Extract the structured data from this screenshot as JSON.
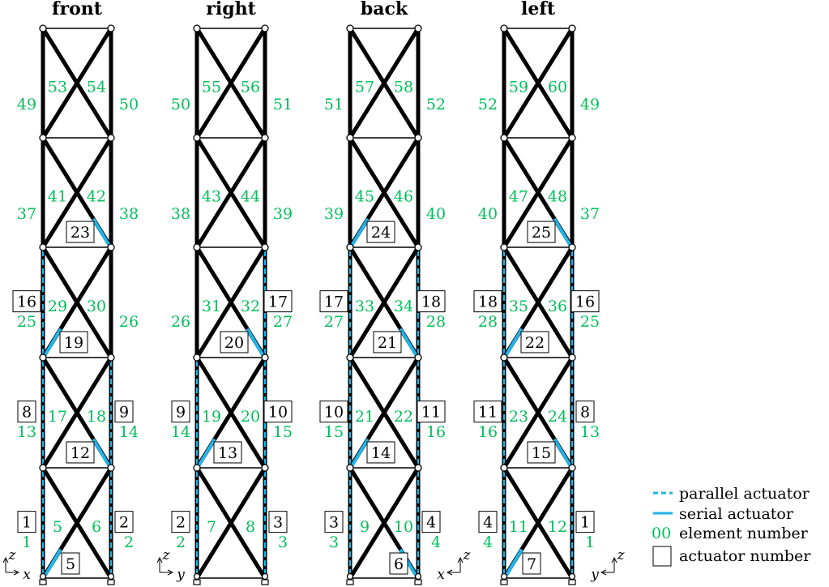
{
  "colors": {
    "element": "#00c05a",
    "actuator": "#1fb5ea",
    "member": "#000000"
  },
  "panels": [
    {
      "title": "front",
      "axis": "x",
      "bays": [
        {
          "diag": [
            49,
            50
          ],
          "cross": [
            53,
            54
          ],
          "serial": null,
          "act": null,
          "parallel": [
            null,
            null
          ]
        },
        {
          "diag": [
            37,
            38
          ],
          "cross": [
            41,
            42
          ],
          "serial": "right",
          "act": "23",
          "parallel": [
            null,
            null
          ]
        },
        {
          "diag": [
            25,
            26
          ],
          "cross": [
            29,
            30
          ],
          "serial": "left",
          "act": "19",
          "parallel": [
            "16",
            null
          ]
        },
        {
          "diag": [
            13,
            14
          ],
          "cross": [
            17,
            18
          ],
          "serial": "right",
          "act": "12",
          "parallel": [
            "8",
            "9"
          ]
        },
        {
          "diag": [
            1,
            2
          ],
          "cross": [
            5,
            6
          ],
          "serial": "left",
          "act": "5",
          "parallel": [
            "1",
            "2"
          ]
        }
      ]
    },
    {
      "title": "right",
      "axis": "y",
      "bays": [
        {
          "diag": [
            50,
            51
          ],
          "cross": [
            55,
            56
          ],
          "serial": null,
          "act": null,
          "parallel": [
            null,
            null
          ]
        },
        {
          "diag": [
            38,
            39
          ],
          "cross": [
            43,
            44
          ],
          "serial": null,
          "act": null,
          "parallel": [
            null,
            null
          ]
        },
        {
          "diag": [
            26,
            27
          ],
          "cross": [
            31,
            32
          ],
          "serial": "right",
          "act": "20",
          "parallel": [
            null,
            "17"
          ]
        },
        {
          "diag": [
            14,
            15
          ],
          "cross": [
            19,
            20
          ],
          "serial": "left",
          "act": "13",
          "parallel": [
            "9",
            "10"
          ]
        },
        {
          "diag": [
            2,
            3
          ],
          "cross": [
            7,
            8
          ],
          "serial": null,
          "act": null,
          "parallel": [
            "2",
            "3"
          ]
        }
      ]
    },
    {
      "title": "back",
      "axis": "x",
      "bays": [
        {
          "diag": [
            51,
            52
          ],
          "cross": [
            57,
            58
          ],
          "serial": null,
          "act": null,
          "parallel": [
            null,
            null
          ]
        },
        {
          "diag": [
            39,
            40
          ],
          "cross": [
            45,
            46
          ],
          "serial": "left",
          "act": "24",
          "parallel": [
            null,
            null
          ]
        },
        {
          "diag": [
            27,
            28
          ],
          "cross": [
            33,
            34
          ],
          "serial": "right",
          "act": "21",
          "parallel": [
            "17",
            "18"
          ]
        },
        {
          "diag": [
            15,
            16
          ],
          "cross": [
            21,
            22
          ],
          "serial": "left",
          "act": "14",
          "parallel": [
            "10",
            "11"
          ]
        },
        {
          "diag": [
            3,
            4
          ],
          "cross": [
            9,
            10
          ],
          "serial": "right",
          "act": "6",
          "parallel": [
            "3",
            "4"
          ]
        }
      ]
    },
    {
      "title": "left",
      "axis": "y",
      "bays": [
        {
          "diag": [
            52,
            49
          ],
          "cross": [
            59,
            60
          ],
          "serial": null,
          "act": null,
          "parallel": [
            null,
            null
          ]
        },
        {
          "diag": [
            40,
            37
          ],
          "cross": [
            47,
            48
          ],
          "serial": "right",
          "act": "25",
          "parallel": [
            null,
            null
          ]
        },
        {
          "diag": [
            28,
            25
          ],
          "cross": [
            35,
            36
          ],
          "serial": "left",
          "act": "22",
          "parallel": [
            "18",
            "16"
          ]
        },
        {
          "diag": [
            16,
            13
          ],
          "cross": [
            23,
            24
          ],
          "serial": "right",
          "act": "15",
          "parallel": [
            "11",
            "8"
          ]
        },
        {
          "diag": [
            4,
            1
          ],
          "cross": [
            11,
            12
          ],
          "serial": "left",
          "act": "7",
          "parallel": [
            "4",
            "1"
          ]
        }
      ]
    }
  ],
  "legend": {
    "parallel": "parallel actuator",
    "serial": "serial actuator",
    "element_sample": "00",
    "element": "element number",
    "actuator": "actuator number"
  },
  "axes": {
    "z": "z"
  }
}
